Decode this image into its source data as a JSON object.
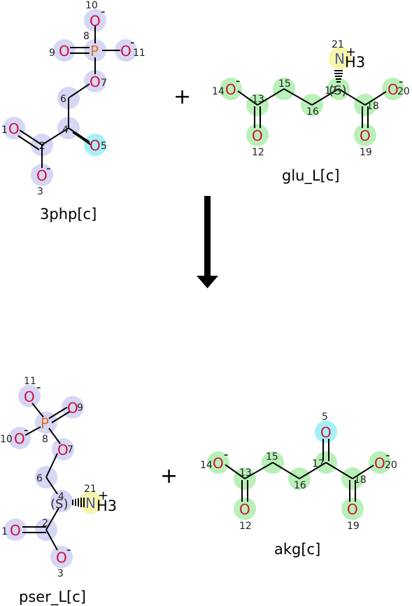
{
  "reaction": {
    "reactants": [
      {
        "id": "3php",
        "label": "3php[c]"
      },
      {
        "id": "glu_L",
        "label": "glu_L[c]"
      }
    ],
    "products": [
      {
        "id": "pser_L",
        "label": "pser_L[c]"
      },
      {
        "id": "akg",
        "label": "akg[c]"
      }
    ],
    "plus_sign": "+"
  },
  "atoms": {
    "O": "O",
    "P": "P",
    "N": "N",
    "H3": "H3",
    "S": "(S)",
    "minus": "-",
    "plus": "+"
  },
  "colors": {
    "oxygen": "#d0103a",
    "phosphorus": "#e07020",
    "nitrogen": "#5060a0",
    "map_purple": "#d6d6f5",
    "map_green": "#b8f0b8",
    "map_cyan": "#a6f0f5",
    "map_yellow": "#f7f5a8"
  }
}
